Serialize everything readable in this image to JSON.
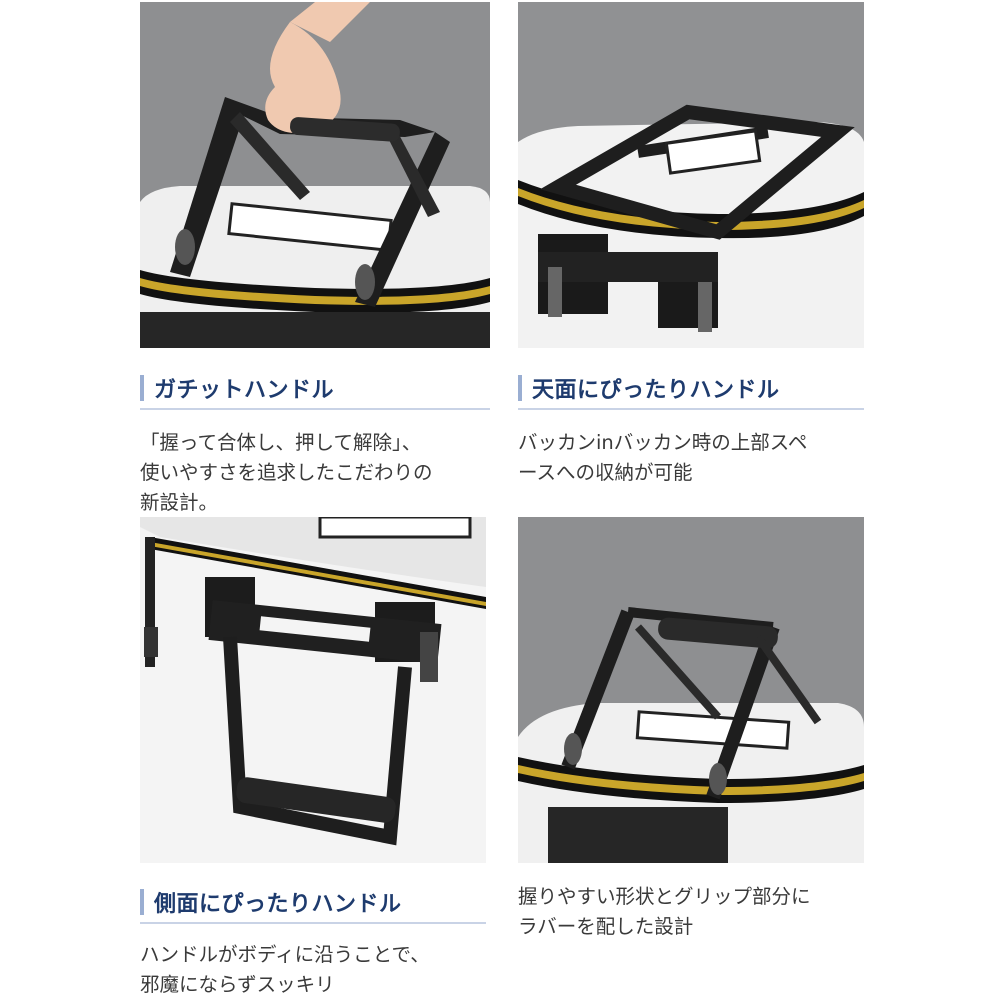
{
  "sections": [
    {
      "id": "gachit",
      "heading": "ガチットハンドル",
      "description": "「握って合体し、押して解除」、\n使いやすさを追求したこだわりの\n新設計。"
    },
    {
      "id": "top",
      "heading": "天面にぴったりハンドル",
      "description": "バッカンinバッカン時の上部スペ\nースへの収納が可能"
    },
    {
      "id": "side",
      "heading": "側面にぴったりハンドル",
      "description": "ハンドルがボディに沿うことで、\n邪魔にならずスッキリ"
    },
    {
      "id": "grip",
      "heading": "",
      "description": "握りやすい形状とグリップ部分に\nラバーを配した設計"
    }
  ],
  "colors": {
    "heading_text": "#1e3b6e",
    "heading_bar": "#9aaed2",
    "rule": "#c9d3e6",
    "bag_white": "#f4f4f4",
    "zipper_gold": "#c9a52a",
    "handle_black": "#1e1e1e",
    "background_gray": "#8c8d8f"
  }
}
